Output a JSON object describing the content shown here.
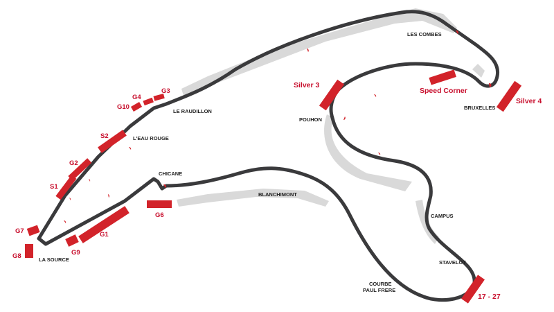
{
  "colors": {
    "track": "#3a3a3c",
    "runoff": "#d9d9d9",
    "grandstand": "#d2232a",
    "label_red": "#c8102e",
    "label_dark": "#222222"
  },
  "corners": {
    "la_source": "LA SOURCE",
    "eau_rouge": "L'EAU ROUGE",
    "raudillon": "LE RAUDILLON",
    "les_combes": "LES COMBES",
    "bruxelles": "BRUXELLES",
    "pouhon": "POUHON",
    "campus": "CAMPUS",
    "stavelot": "STAVELOT",
    "paul_frere_1": "COURBE",
    "paul_frere_2": "PAUL FRERE",
    "blanchimont": "BLANCHIMONT",
    "chicane": "CHICANE"
  },
  "grandstands": {
    "g1": "G1",
    "g2": "G2",
    "g3": "G3",
    "g4": "G4",
    "g6": "G6",
    "g7": "G7",
    "g8": "G8",
    "g9": "G9",
    "g10": "G10",
    "s1": "S1",
    "s2": "S2"
  },
  "zones": {
    "silver3": "Silver 3",
    "silver4": "Silver 4",
    "speed_corner": "Speed Corner",
    "zone_17_27": "17 - 27"
  }
}
